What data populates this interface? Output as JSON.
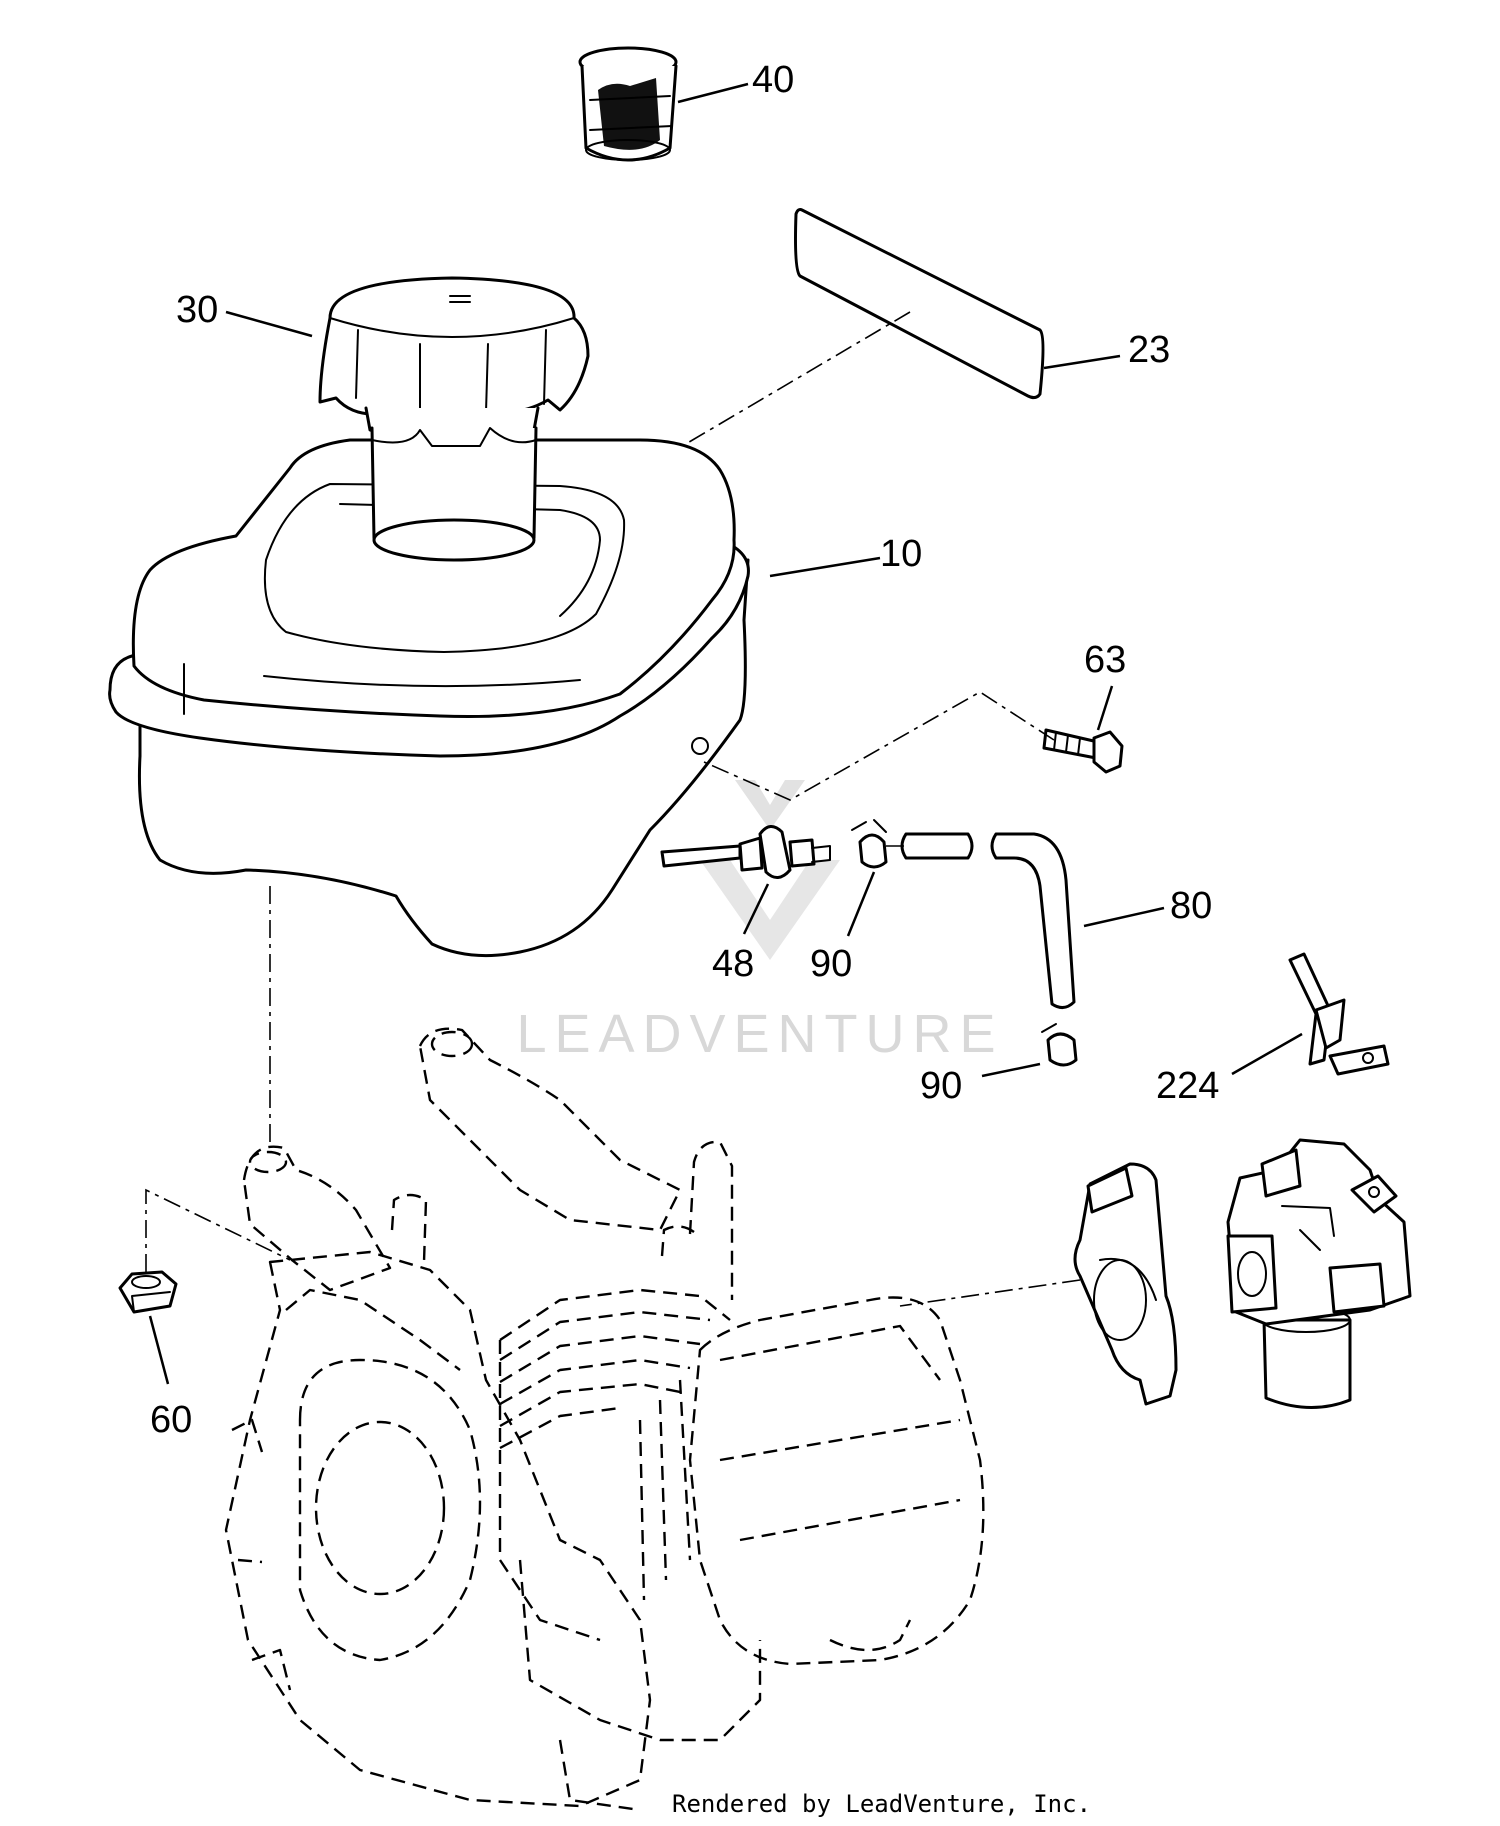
{
  "parts": {
    "p40": "40",
    "p30": "30",
    "p23": "23",
    "p10": "10",
    "p63": "63",
    "p48": "48",
    "p90a": "90",
    "p80": "80",
    "p90b": "90",
    "p224": "224",
    "p60": "60"
  },
  "watermark": "LEADVENTURE",
  "footer": "Rendered by LeadVenture, Inc."
}
